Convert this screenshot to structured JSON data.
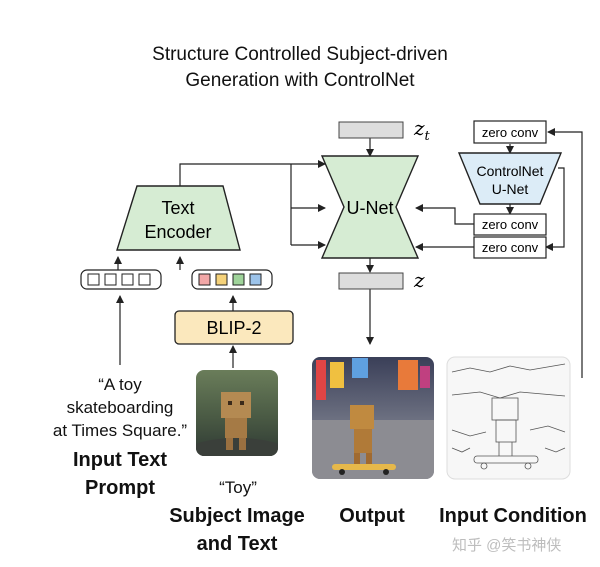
{
  "title_line1": "Structure Controlled Subject-driven",
  "title_line2": "Generation with ControlNet",
  "nodes": {
    "text_encoder_line1": "Text",
    "text_encoder_line2": "Encoder",
    "blip2": "BLIP-2",
    "unet": "U-Net",
    "controlnet_line1": "ControlNet",
    "controlnet_line2": "U-Net",
    "zero_conv": "zero conv",
    "z_t": "z",
    "z_t_sub": "t",
    "z": "z"
  },
  "prompt": {
    "line1": "“A toy",
    "line2": "skateboarding",
    "line3": "at Times Square.”"
  },
  "subject_text": "“Toy”",
  "labels": {
    "input_text_line1": "Input Text",
    "input_text_line2": "Prompt",
    "subject_line1": "Subject Image",
    "subject_line2": "and Text",
    "output": "Output",
    "input_condition": "Input Condition"
  },
  "watermark": "知乎 @笑书神侠",
  "colors": {
    "encoder_fill": "#d6ecd3",
    "blip_fill": "#fbe8bd",
    "controlnet_fill": "#dcecf7",
    "latent_fill": "#dddddd",
    "token_colors": [
      "#f2a7a7",
      "#f5d27a",
      "#9fd39a",
      "#9cc3ea"
    ]
  }
}
